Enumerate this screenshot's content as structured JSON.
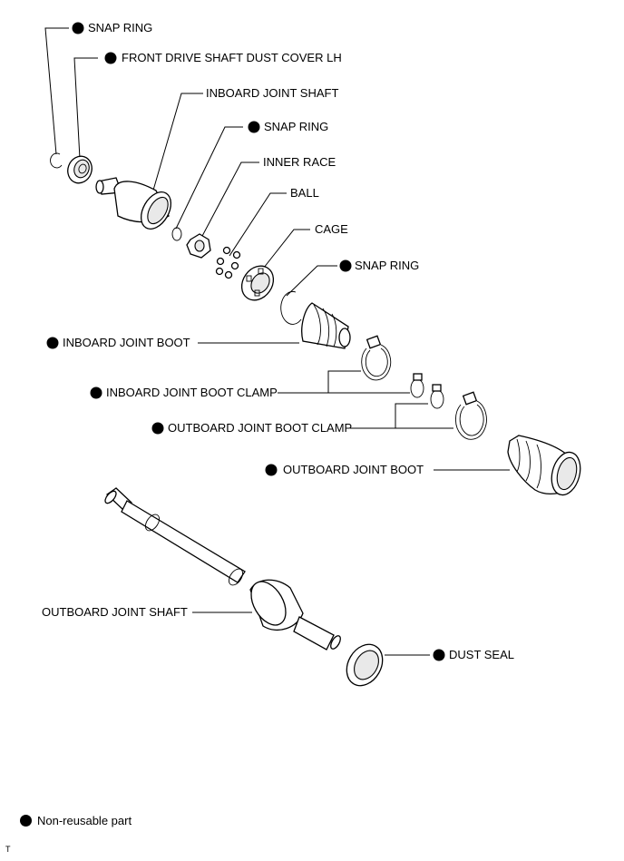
{
  "labels": {
    "snap_ring_1": "SNAP RING",
    "dust_cover": "FRONT DRIVE SHAFT DUST COVER LH",
    "inboard_joint_shaft": "INBOARD JOINT SHAFT",
    "snap_ring_2": "SNAP RING",
    "inner_race": "INNER RACE",
    "ball": "BALL",
    "cage": "CAGE",
    "snap_ring_3": "SNAP RING",
    "inboard_joint_boot": "INBOARD JOINT BOOT",
    "inboard_joint_boot_clamp": "INBOARD JOINT BOOT CLAMP",
    "outboard_joint_boot_clamp": "OUTBOARD JOINT BOOT CLAMP",
    "outboard_joint_boot": "OUTBOARD JOINT BOOT",
    "outboard_joint_shaft": "OUTBOARD JOINT SHAFT",
    "dust_seal": "DUST SEAL"
  },
  "legend": {
    "text": "Non-reusable part",
    "symbol": "filled-circle-icon"
  },
  "corner_mark": "T",
  "colors": {
    "line": "#000000",
    "background": "#ffffff"
  }
}
